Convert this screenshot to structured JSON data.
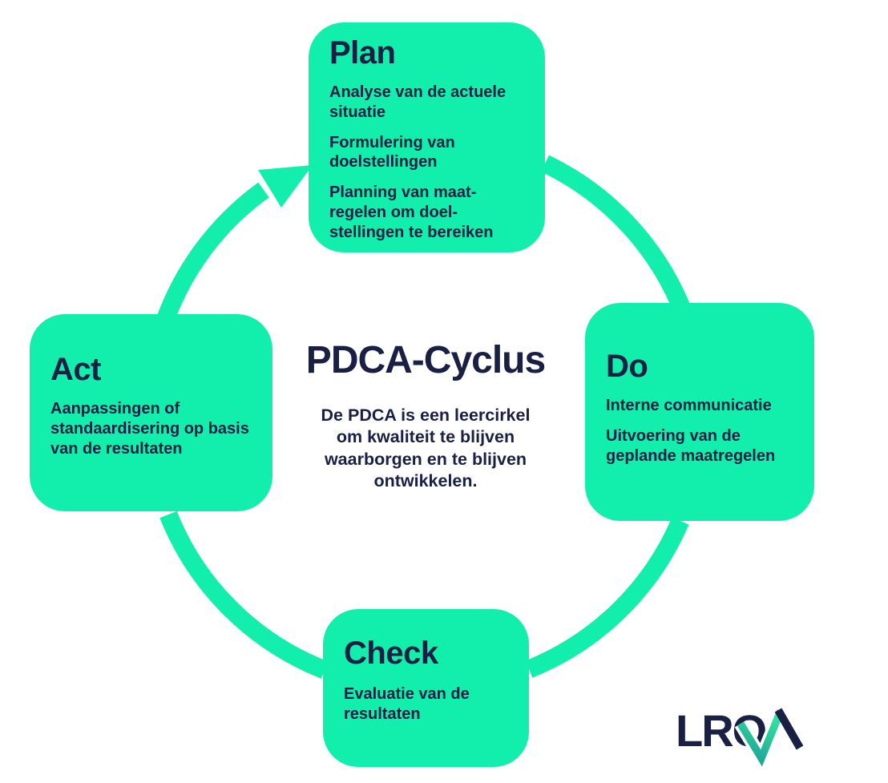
{
  "colors": {
    "green": "#12eeac",
    "navy": "#1a1f44",
    "logo_gradient_bottom": "#1fa493",
    "logo_gradient_top": "#36eea7"
  },
  "center": {
    "title": "PDCA-Cyclus",
    "description": "De PDCA is een leercirkel\nom kwaliteit te blijven\nwaarborgen en te blijven\nontwikkelen."
  },
  "boxes": [
    {
      "title": "Plan",
      "items": [
        "Analyse van de actuele\nsituatie",
        "Formulering van\ndoelstellingen",
        "Planning van maat-\nregelen om doel-\nstellingen te bereiken"
      ]
    },
    {
      "title": "Do",
      "items": [
        "Interne communicatie",
        "Uitvoering van de\ngeplande maatregelen"
      ]
    },
    {
      "title": "Act",
      "items": [
        "Aanpassingen of\nstandaardisering op basis\nvan de resultaten"
      ]
    },
    {
      "title": "Check",
      "items": [
        "Evaluatie van de\nresultaten"
      ]
    }
  ],
  "logo": {
    "name": "LRQA",
    "text": "LRQ"
  }
}
